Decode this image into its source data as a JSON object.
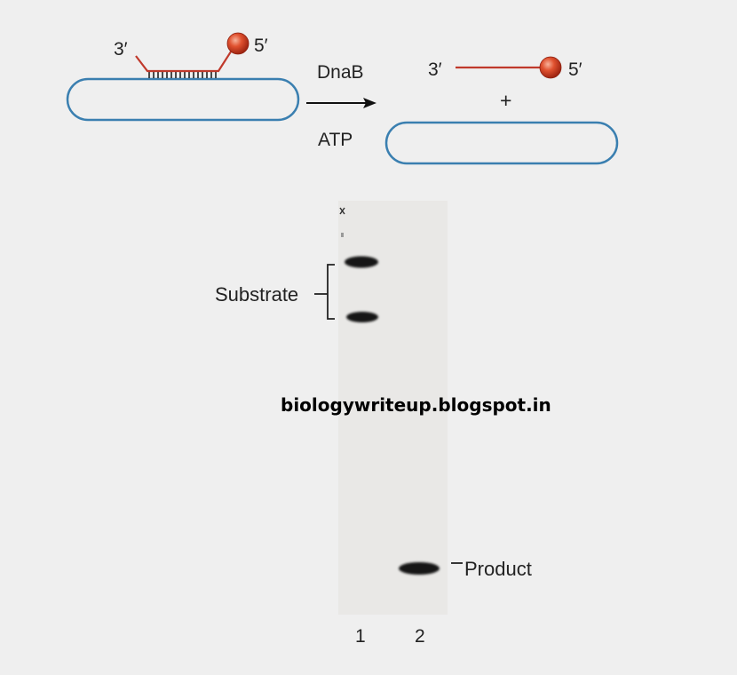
{
  "diagram": {
    "substrate_label_3prime": "3′",
    "substrate_label_5prime": "5′",
    "enzyme_label": "DnaB",
    "cofactor_label": "ATP",
    "product_label_3prime": "3′",
    "product_label_5prime": "5′",
    "plus_sign": "+"
  },
  "gel": {
    "substrate_label": "Substrate",
    "product_label": "Product",
    "lanes": [
      "1",
      "2"
    ]
  },
  "watermark": "biologywriteup.blogspot.in",
  "colors": {
    "circle_stroke": "#3a7fb0",
    "strand": "#c0392b",
    "bead": "#d2452a",
    "gel_background": "#e9e8e6",
    "band": "#151515"
  }
}
